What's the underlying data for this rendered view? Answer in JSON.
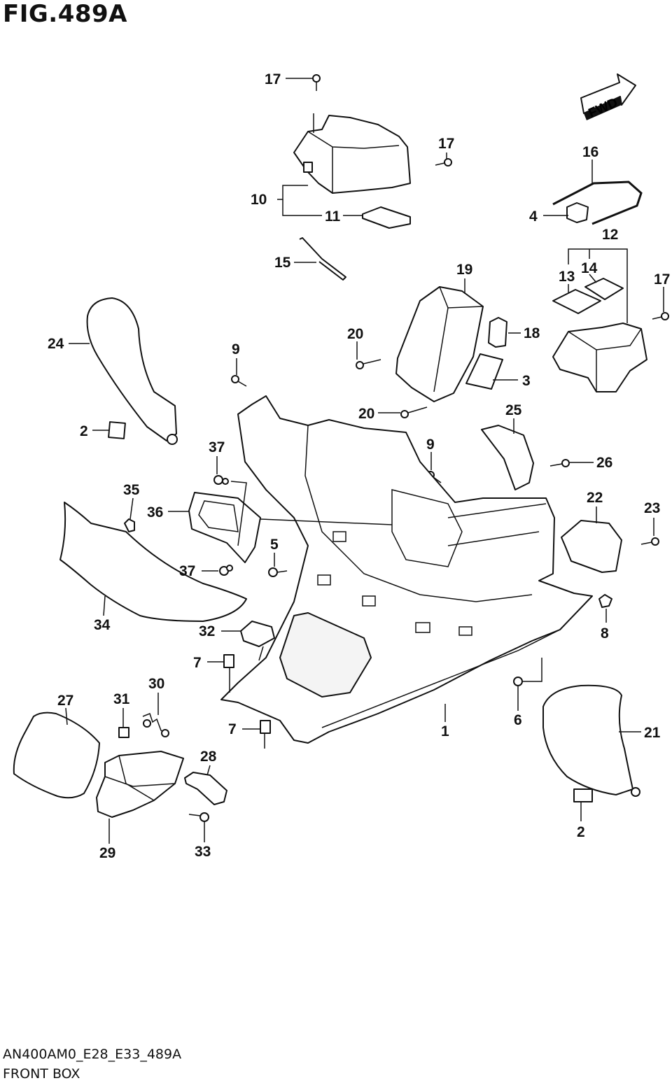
{
  "figure": {
    "title": "FIG.489A",
    "drawing_code": "AN400AM0_E28_E33_489A",
    "drawing_name": "FRONT BOX",
    "fwd_label": "FWD"
  },
  "callouts": [
    {
      "id": "c17a",
      "label": "17"
    },
    {
      "id": "c17b",
      "label": "17"
    },
    {
      "id": "c17c",
      "label": "17"
    },
    {
      "id": "c10",
      "label": "10"
    },
    {
      "id": "c11",
      "label": "11"
    },
    {
      "id": "c15",
      "label": "15"
    },
    {
      "id": "c16",
      "label": "16"
    },
    {
      "id": "c4",
      "label": "4"
    },
    {
      "id": "c12",
      "label": "12"
    },
    {
      "id": "c13",
      "label": "13"
    },
    {
      "id": "c14",
      "label": "14"
    },
    {
      "id": "c19",
      "label": "19"
    },
    {
      "id": "c18",
      "label": "18"
    },
    {
      "id": "c3",
      "label": "3"
    },
    {
      "id": "c20a",
      "label": "20"
    },
    {
      "id": "c20b",
      "label": "20"
    },
    {
      "id": "c24",
      "label": "24"
    },
    {
      "id": "c2a",
      "label": "2"
    },
    {
      "id": "c9a",
      "label": "9"
    },
    {
      "id": "c9b",
      "label": "9"
    },
    {
      "id": "c25",
      "label": "25"
    },
    {
      "id": "c26",
      "label": "26"
    },
    {
      "id": "c37a",
      "label": "37"
    },
    {
      "id": "c37b",
      "label": "37"
    },
    {
      "id": "c35",
      "label": "35"
    },
    {
      "id": "c36",
      "label": "36"
    },
    {
      "id": "c5",
      "label": "5"
    },
    {
      "id": "c22",
      "label": "22"
    },
    {
      "id": "c23",
      "label": "23"
    },
    {
      "id": "c34",
      "label": "34"
    },
    {
      "id": "c32",
      "label": "32"
    },
    {
      "id": "c8",
      "label": "8"
    },
    {
      "id": "c7a",
      "label": "7"
    },
    {
      "id": "c7b",
      "label": "7"
    },
    {
      "id": "c27",
      "label": "27"
    },
    {
      "id": "c31",
      "label": "31"
    },
    {
      "id": "c30",
      "label": "30"
    },
    {
      "id": "c28",
      "label": "28"
    },
    {
      "id": "c1",
      "label": "1"
    },
    {
      "id": "c6",
      "label": "6"
    },
    {
      "id": "c21",
      "label": "21"
    },
    {
      "id": "c2b",
      "label": "2"
    },
    {
      "id": "c29",
      "label": "29"
    },
    {
      "id": "c33",
      "label": "33"
    }
  ]
}
